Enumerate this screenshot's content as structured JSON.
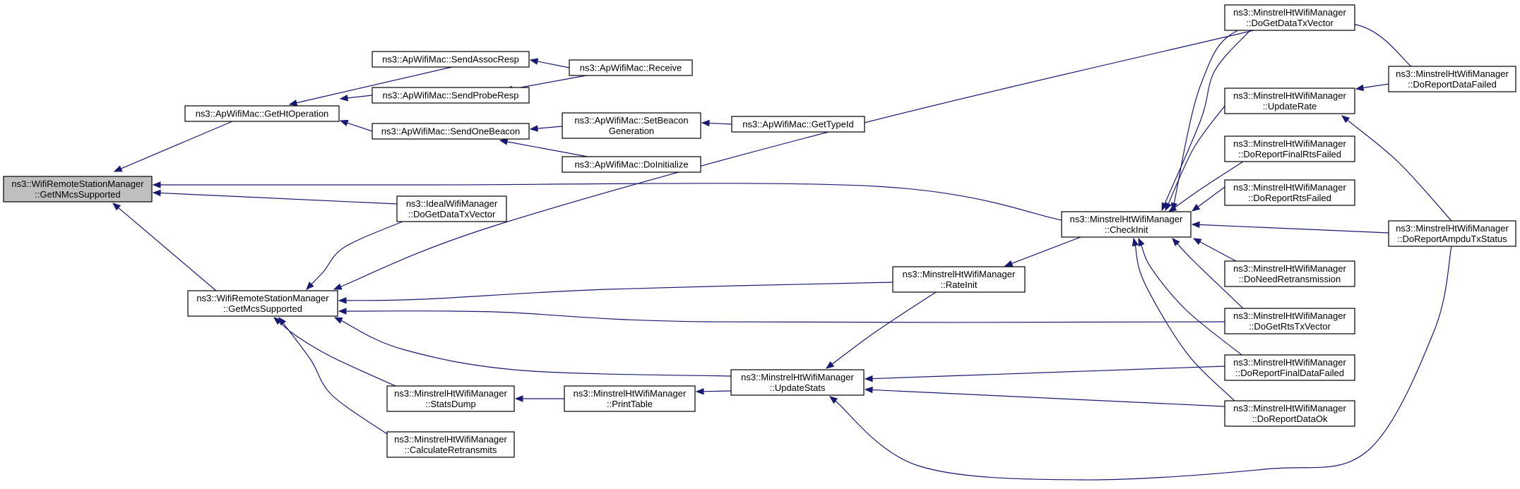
{
  "graph": {
    "type": "call-graph",
    "colors": {
      "edge": "#191970",
      "node_fill": "#ffffff",
      "node_border": "#000000",
      "root_fill": "#bfbfbf"
    },
    "nodes": [
      {
        "id": "getnmcs",
        "root": true,
        "lines": [
          "ns3::WifiRemoteStationManager",
          "::GetNMcsSupported"
        ]
      },
      {
        "id": "getht",
        "lines": [
          "ns3::ApWifiMac::GetHtOperation"
        ]
      },
      {
        "id": "getmcs",
        "lines": [
          "ns3::WifiRemoteStationManager",
          "::GetMcsSupported"
        ]
      },
      {
        "id": "sendassoc",
        "lines": [
          "ns3::ApWifiMac::SendAssocResp"
        ]
      },
      {
        "id": "sendprobe",
        "lines": [
          "ns3::ApWifiMac::SendProbeResp"
        ]
      },
      {
        "id": "sendbeacon",
        "lines": [
          "ns3::ApWifiMac::SendOneBeacon"
        ]
      },
      {
        "id": "receive",
        "lines": [
          "ns3::ApWifiMac::Receive"
        ]
      },
      {
        "id": "setbeacon",
        "lines": [
          "ns3::ApWifiMac::SetBeacon",
          "Generation"
        ]
      },
      {
        "id": "doinit",
        "lines": [
          "ns3::ApWifiMac::DoInitialize"
        ]
      },
      {
        "id": "gettypeid",
        "lines": [
          "ns3::ApWifiMac::GetTypeId"
        ]
      },
      {
        "id": "ideal",
        "lines": [
          "ns3::IdealWifiManager",
          "::DoGetDataTxVector"
        ]
      },
      {
        "id": "statsdump",
        "lines": [
          "ns3::MinstrelHtWifiManager",
          "::StatsDump"
        ]
      },
      {
        "id": "calcretrans",
        "lines": [
          "ns3::MinstrelHtWifiManager",
          "::CalculateRetransmits"
        ]
      },
      {
        "id": "printtable",
        "lines": [
          "ns3::MinstrelHtWifiManager",
          "::PrintTable"
        ]
      },
      {
        "id": "updatestats",
        "lines": [
          "ns3::MinstrelHtWifiManager",
          "::UpdateStats"
        ]
      },
      {
        "id": "rateinit",
        "lines": [
          "ns3::MinstrelHtWifiManager",
          "::RateInit"
        ]
      },
      {
        "id": "checkinit",
        "lines": [
          "ns3::MinstrelHtWifiManager",
          "::CheckInit"
        ]
      },
      {
        "id": "dogetdatatx",
        "lines": [
          "ns3::MinstrelHtWifiManager",
          "::DoGetDataTxVector"
        ]
      },
      {
        "id": "updaterate",
        "lines": [
          "ns3::MinstrelHtWifiManager",
          "::UpdateRate"
        ]
      },
      {
        "id": "finalrts",
        "lines": [
          "ns3::MinstrelHtWifiManager",
          "::DoReportFinalRtsFailed"
        ]
      },
      {
        "id": "rtsfailed",
        "lines": [
          "ns3::MinstrelHtWifiManager",
          "::DoReportRtsFailed"
        ]
      },
      {
        "id": "needretrans",
        "lines": [
          "ns3::MinstrelHtWifiManager",
          "::DoNeedRetransmission"
        ]
      },
      {
        "id": "getrtstx",
        "lines": [
          "ns3::MinstrelHtWifiManager",
          "::DoGetRtsTxVector"
        ]
      },
      {
        "id": "finaldata",
        "lines": [
          "ns3::MinstrelHtWifiManager",
          "::DoReportFinalDataFailed"
        ]
      },
      {
        "id": "dataok",
        "lines": [
          "ns3::MinstrelHtWifiManager",
          "::DoReportDataOk"
        ]
      },
      {
        "id": "datafailed",
        "lines": [
          "ns3::MinstrelHtWifiManager",
          "::DoReportDataFailed"
        ]
      },
      {
        "id": "ampdu",
        "lines": [
          "ns3::MinstrelHtWifiManager",
          "::DoReportAmpduTxStatus"
        ]
      }
    ],
    "edges": [
      [
        "getht",
        "getnmcs"
      ],
      [
        "getmcs",
        "getnmcs"
      ],
      [
        "ideal",
        "getnmcs"
      ],
      [
        "checkinit",
        "getnmcs"
      ],
      [
        "sendassoc",
        "getht"
      ],
      [
        "sendprobe",
        "getht"
      ],
      [
        "sendbeacon",
        "getht"
      ],
      [
        "receive",
        "sendassoc"
      ],
      [
        "receive",
        "sendprobe"
      ],
      [
        "setbeacon",
        "sendbeacon"
      ],
      [
        "doinit",
        "sendbeacon"
      ],
      [
        "gettypeid",
        "setbeacon"
      ],
      [
        "ideal",
        "getmcs"
      ],
      [
        "statsdump",
        "getmcs"
      ],
      [
        "calcretrans",
        "getmcs"
      ],
      [
        "updatestats",
        "getmcs"
      ],
      [
        "rateinit",
        "getmcs"
      ],
      [
        "getrtstx",
        "getmcs"
      ],
      [
        "dogetdatatx",
        "getmcs"
      ],
      [
        "printtable",
        "statsdump"
      ],
      [
        "updatestats",
        "printtable"
      ],
      [
        "rateinit",
        "updatestats"
      ],
      [
        "finaldata",
        "updatestats"
      ],
      [
        "dataok",
        "updatestats"
      ],
      [
        "ampdu",
        "updatestats"
      ],
      [
        "checkinit",
        "rateinit"
      ],
      [
        "dogetdatatx",
        "checkinit"
      ],
      [
        "updaterate",
        "checkinit"
      ],
      [
        "finalrts",
        "checkinit"
      ],
      [
        "rtsfailed",
        "checkinit"
      ],
      [
        "needretrans",
        "checkinit"
      ],
      [
        "getrtstx",
        "checkinit"
      ],
      [
        "finaldata",
        "checkinit"
      ],
      [
        "dataok",
        "checkinit"
      ],
      [
        "datafailed",
        "checkinit"
      ],
      [
        "ampdu",
        "checkinit"
      ],
      [
        "datafailed",
        "updaterate"
      ],
      [
        "ampdu",
        "updaterate"
      ]
    ]
  }
}
